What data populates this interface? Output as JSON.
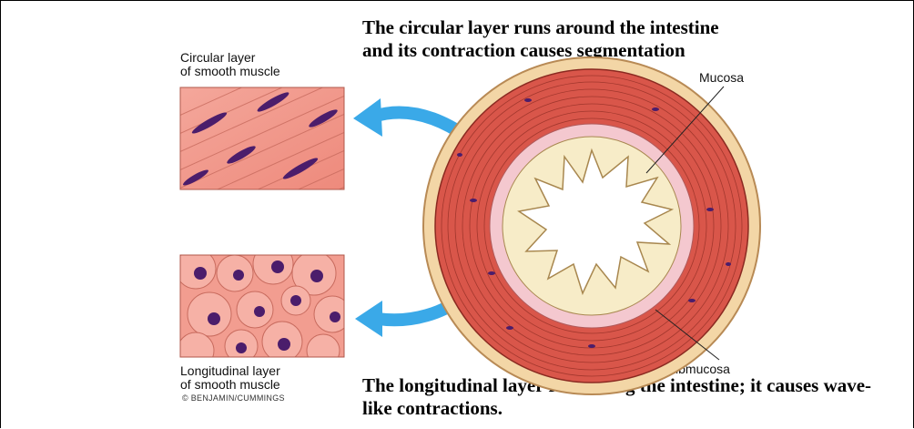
{
  "captions": {
    "circular_caption": "The circular layer runs around the intestine and its contraction causes segmentation",
    "longitudinal_caption": "The longitudinal layer runs along the intestine; it causes wave-like contractions."
  },
  "labels": {
    "circular_layer_line1": "Circular layer",
    "circular_layer_line2": "of smooth muscle",
    "longitudinal_layer_line1": "Longitudinal layer",
    "longitudinal_layer_line2": "of smooth muscle",
    "mucosa": "Mucosa",
    "submucosa": "Submucosa",
    "credit": "© BENJAMIN/CUMMINGS"
  },
  "colors": {
    "muscle_pink": "#f2968a",
    "muscle_dark": "#c0392b",
    "nucleus_purple": "#4b1d6b",
    "arrow_blue": "#3aa9e8",
    "outer_tan": "#f3d6a6",
    "mucosa_cream": "#f7ecc8",
    "submucosa_pink": "#f4c8cf"
  }
}
